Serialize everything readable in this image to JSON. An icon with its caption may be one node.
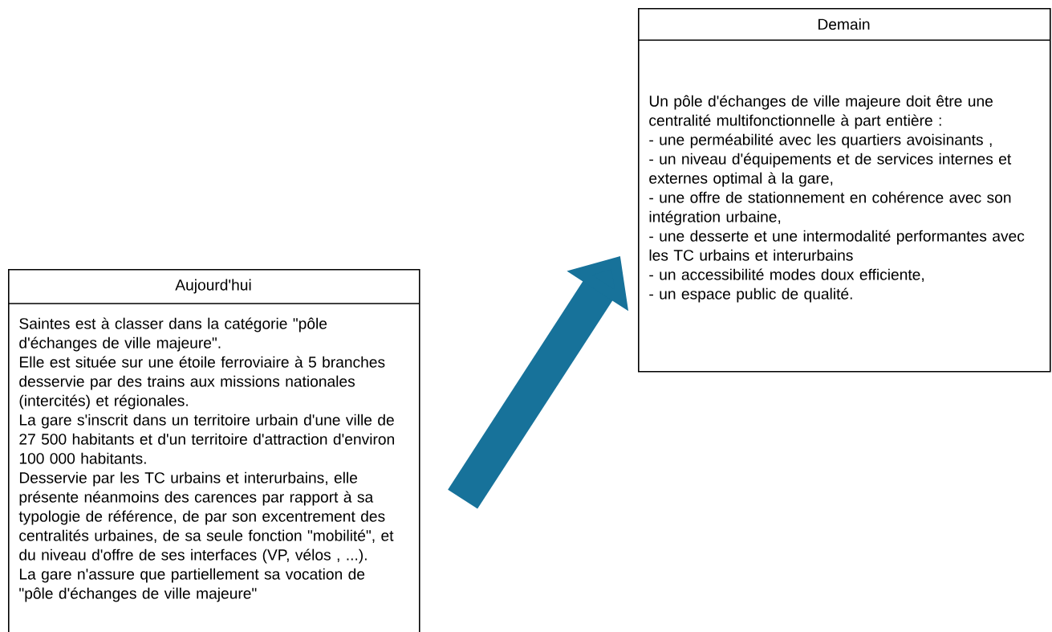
{
  "diagram": {
    "nodes": [
      {
        "text": [
          "Aujourd'hui",
          "Saintes est à classer dans la catégorie \"pôle d'échanges de ville majeure\".",
          "Elle est située sur une étoile ferroviaire à 5 branches desservie par des trains aux missions nationales (intercités) et régionales.",
          "La gare s'inscrit dans un territoire urbain d'une ville de 27 500 habitants et d'un territoire d'attraction d'environ 100 000 habitants.",
          "Desservie par les TC urbains et interurbains, elle présente néanmoins des carences par rapport à sa typologie de référence, de par son excentrement des centralités urbaines, de sa seule fonction \"mobilité\", et du niveau d'offre de ses interfaces (VP, vélos , ...).",
          "La gare n'assure que partiellement sa vocation de \"pôle d'échanges de ville majeure\""
        ]
      },
      {
        "text": [
          "Demain",
          "Un pôle d'échanges de ville majeure doit être une centralité multifonctionnelle à part entière :",
          "- une perméabilité avec les quartiers avoisinants ,",
          "- un niveau d'équipements et de services internes et externes optimal à la gare,",
          "- une offre de stationnement en cohérence avec son intégration urbaine,",
          "- une desserte et une intermodalité performantes avec les TC urbains et interurbains",
          "- un accessibilité modes doux efficiente,",
          "- un espace public de qualité."
        ]
      }
    ],
    "edges": [
      {
        "from": 0,
        "to": 1,
        "arrow": "to",
        "color": "#17729a"
      }
    ]
  }
}
